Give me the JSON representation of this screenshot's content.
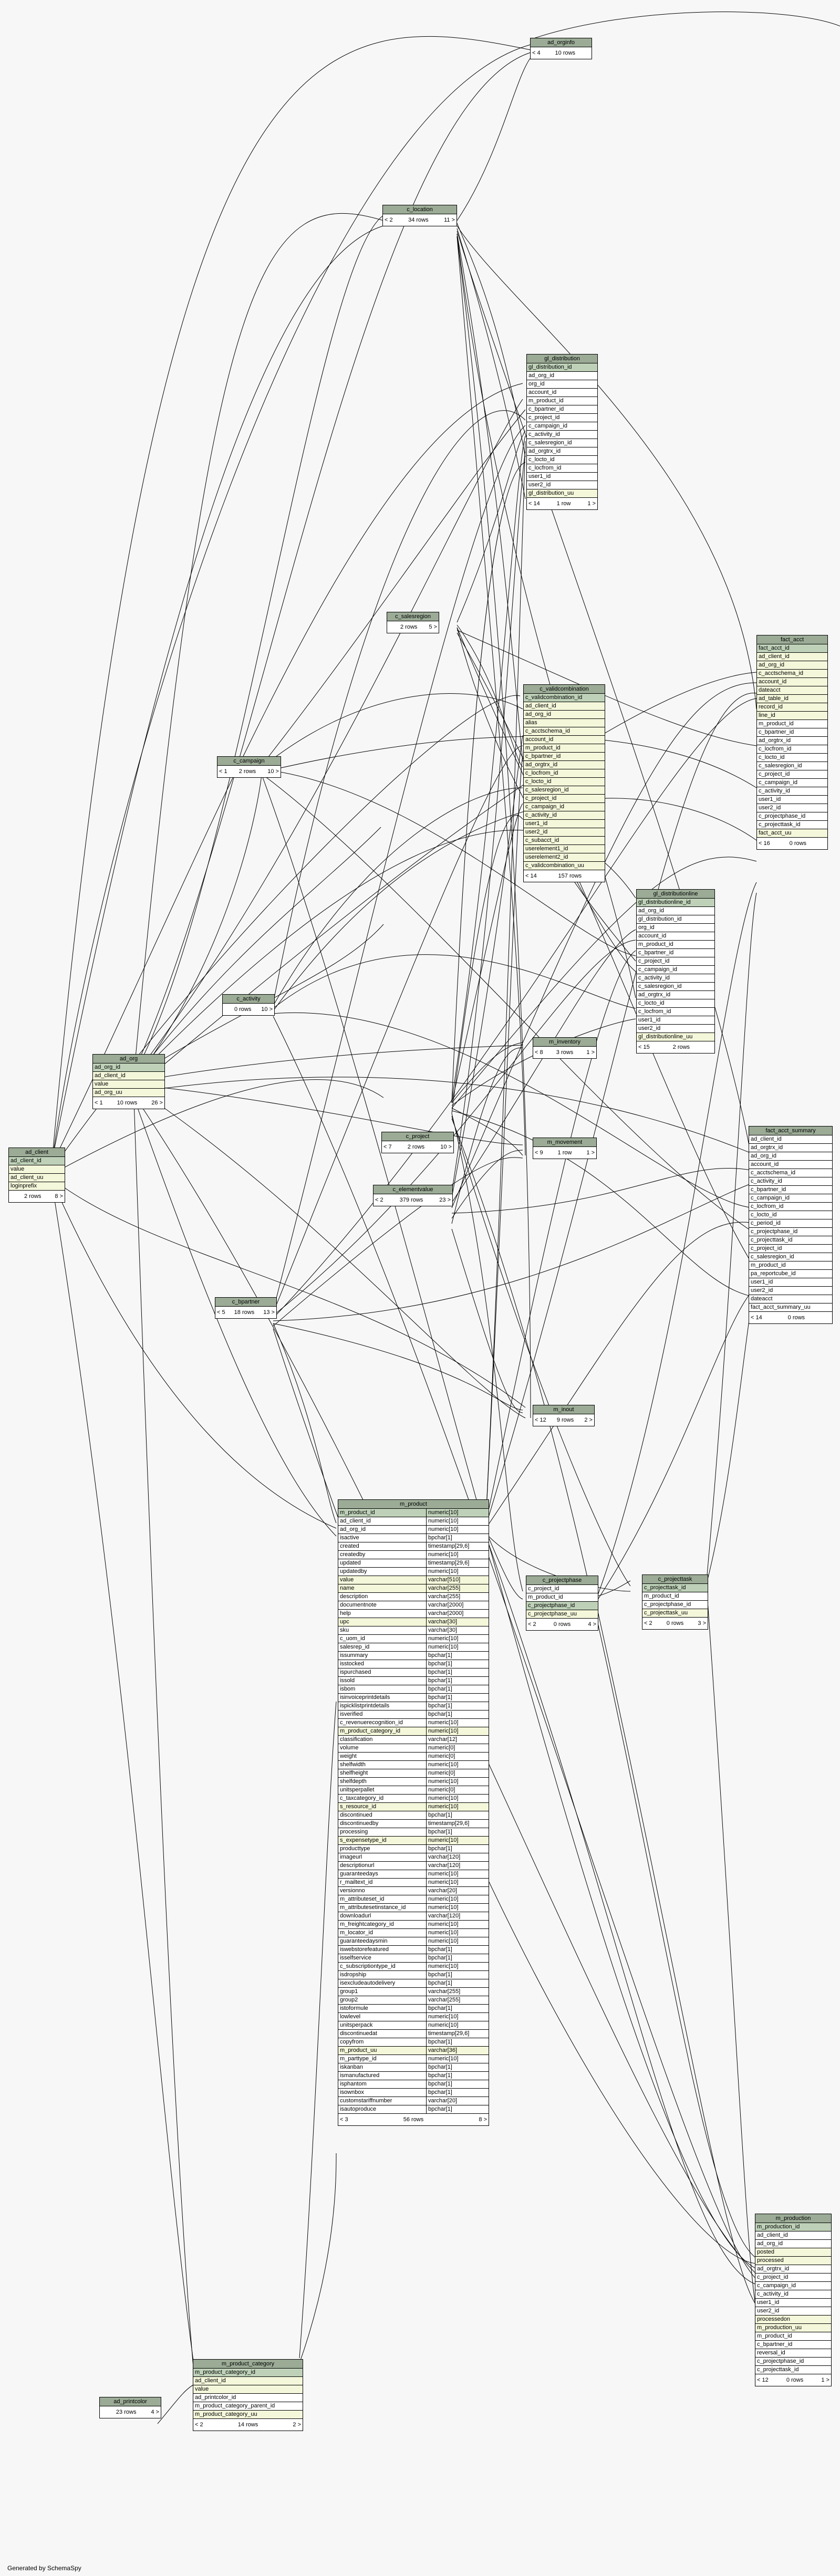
{
  "footer": "Generated by SchemaSpy",
  "tables": {
    "ad_orginfo": {
      "name": "ad_orginfo",
      "rows": [],
      "left": "< 4",
      "count": "10 rows",
      "right": ""
    },
    "c_location": {
      "name": "c_location",
      "rows": [],
      "left": "< 2",
      "count": "34 rows",
      "right": "11 >"
    },
    "gl_distribution": {
      "name": "gl_distribution",
      "rows": [
        [
          "gl_distribution_id",
          "pk"
        ],
        [
          "ad_org_id",
          ""
        ],
        [
          "org_id",
          ""
        ],
        [
          "account_id",
          ""
        ],
        [
          "m_product_id",
          ""
        ],
        [
          "c_bpartner_id",
          ""
        ],
        [
          "c_project_id",
          ""
        ],
        [
          "c_campaign_id",
          ""
        ],
        [
          "c_activity_id",
          ""
        ],
        [
          "c_salesregion_id",
          ""
        ],
        [
          "ad_orgtrx_id",
          ""
        ],
        [
          "c_locto_id",
          ""
        ],
        [
          "c_locfrom_id",
          ""
        ],
        [
          "user1_id",
          ""
        ],
        [
          "user2_id",
          ""
        ],
        [
          "gl_distribution_uu",
          "idx"
        ]
      ],
      "left": "< 14",
      "count": "1 row",
      "right": "1 >"
    },
    "c_salesregion": {
      "name": "c_salesregion",
      "rows": [],
      "left": "",
      "count": "2 rows",
      "right": "5 >"
    },
    "fact_acct": {
      "name": "fact_acct",
      "rows": [
        [
          "fact_acct_id",
          "pk"
        ],
        [
          "ad_client_id",
          "idx"
        ],
        [
          "ad_org_id",
          "idx"
        ],
        [
          "c_acctschema_id",
          "idx"
        ],
        [
          "account_id",
          "idx"
        ],
        [
          "dateacct",
          "idx"
        ],
        [
          "ad_table_id",
          "idx"
        ],
        [
          "record_id",
          "idx"
        ],
        [
          "line_id",
          "idx"
        ],
        [
          "m_product_id",
          ""
        ],
        [
          "c_bpartner_id",
          ""
        ],
        [
          "ad_orgtrx_id",
          ""
        ],
        [
          "c_locfrom_id",
          ""
        ],
        [
          "c_locto_id",
          ""
        ],
        [
          "c_salesregion_id",
          ""
        ],
        [
          "c_project_id",
          ""
        ],
        [
          "c_campaign_id",
          ""
        ],
        [
          "c_activity_id",
          ""
        ],
        [
          "user1_id",
          ""
        ],
        [
          "user2_id",
          ""
        ],
        [
          "c_projectphase_id",
          ""
        ],
        [
          "c_projecttask_id",
          ""
        ],
        [
          "fact_acct_uu",
          "idx"
        ]
      ],
      "left": "< 16",
      "count": "0 rows",
      "right": ""
    },
    "c_validcombination": {
      "name": "c_validcombination",
      "rows": [
        [
          "c_validcombination_id",
          "pk"
        ],
        [
          "ad_client_id",
          "idx"
        ],
        [
          "ad_org_id",
          "idx"
        ],
        [
          "alias",
          "idx"
        ],
        [
          "c_acctschema_id",
          "idx"
        ],
        [
          "account_id",
          "idx"
        ],
        [
          "m_product_id",
          "idx"
        ],
        [
          "c_bpartner_id",
          "idx"
        ],
        [
          "ad_orgtrx_id",
          "idx"
        ],
        [
          "c_locfrom_id",
          "idx"
        ],
        [
          "c_locto_id",
          "idx"
        ],
        [
          "c_salesregion_id",
          "idx"
        ],
        [
          "c_project_id",
          "idx"
        ],
        [
          "c_campaign_id",
          "idx"
        ],
        [
          "c_activity_id",
          "idx"
        ],
        [
          "user1_id",
          "idx"
        ],
        [
          "user2_id",
          "idx"
        ],
        [
          "c_subacct_id",
          "idx"
        ],
        [
          "userelement1_id",
          "idx"
        ],
        [
          "userelement2_id",
          "idx"
        ],
        [
          "c_validcombination_uu",
          "idx"
        ]
      ],
      "left": "< 14",
      "count": "157 rows",
      "right": ""
    },
    "c_campaign": {
      "name": "c_campaign",
      "rows": [],
      "left": "< 1",
      "count": "2 rows",
      "right": "10 >"
    },
    "gl_distributionline": {
      "name": "gl_distributionline",
      "rows": [
        [
          "gl_distributionline_id",
          "pk"
        ],
        [
          "ad_org_id",
          ""
        ],
        [
          "gl_distribution_id",
          ""
        ],
        [
          "org_id",
          ""
        ],
        [
          "account_id",
          ""
        ],
        [
          "m_product_id",
          ""
        ],
        [
          "c_bpartner_id",
          ""
        ],
        [
          "c_project_id",
          ""
        ],
        [
          "c_campaign_id",
          ""
        ],
        [
          "c_activity_id",
          ""
        ],
        [
          "c_salesregion_id",
          ""
        ],
        [
          "ad_orgtrx_id",
          ""
        ],
        [
          "c_locto_id",
          ""
        ],
        [
          "c_locfrom_id",
          ""
        ],
        [
          "user1_id",
          ""
        ],
        [
          "user2_id",
          ""
        ],
        [
          "gl_distributionline_uu",
          "idx"
        ]
      ],
      "left": "< 15",
      "count": "2 rows",
      "right": ""
    },
    "c_activity": {
      "name": "c_activity",
      "rows": [],
      "left": "",
      "count": "0 rows",
      "right": "10 >"
    },
    "m_inventory": {
      "name": "m_inventory",
      "rows": [],
      "left": "< 8",
      "count": "3 rows",
      "right": "1 >"
    },
    "ad_org": {
      "name": "ad_org",
      "rows": [
        [
          "ad_org_id",
          "pk"
        ],
        [
          "ad_client_id",
          "idx"
        ],
        [
          "value",
          "idx"
        ],
        [
          "ad_org_uu",
          "idx"
        ]
      ],
      "left": "< 1",
      "count": "10 rows",
      "right": "26 >"
    },
    "ad_client": {
      "name": "ad_client",
      "rows": [
        [
          "ad_client_id",
          "pk"
        ],
        [
          "value",
          "idx"
        ],
        [
          "ad_client_uu",
          "idx"
        ],
        [
          "loginprefix",
          "idx"
        ]
      ],
      "left": "",
      "count": "2 rows",
      "right": "8 >"
    },
    "c_project": {
      "name": "c_project",
      "rows": [],
      "left": "< 7",
      "count": "2 rows",
      "right": "10 >"
    },
    "m_movement": {
      "name": "m_movement",
      "rows": [],
      "left": "< 9",
      "count": "1 row",
      "right": "1 >"
    },
    "fact_acct_summary": {
      "name": "fact_acct_summary",
      "rows": [
        [
          "ad_client_id",
          ""
        ],
        [
          "ad_orgtrx_id",
          ""
        ],
        [
          "ad_org_id",
          ""
        ],
        [
          "account_id",
          ""
        ],
        [
          "c_acctschema_id",
          ""
        ],
        [
          "c_activity_id",
          ""
        ],
        [
          "c_bpartner_id",
          ""
        ],
        [
          "c_campaign_id",
          ""
        ],
        [
          "c_locfrom_id",
          ""
        ],
        [
          "c_locto_id",
          ""
        ],
        [
          "c_period_id",
          ""
        ],
        [
          "c_projectphase_id",
          ""
        ],
        [
          "c_projecttask_id",
          ""
        ],
        [
          "c_project_id",
          ""
        ],
        [
          "c_salesregion_id",
          ""
        ],
        [
          "m_product_id",
          ""
        ],
        [
          "pa_reportcube_id",
          ""
        ],
        [
          "user1_id",
          ""
        ],
        [
          "user2_id",
          ""
        ],
        [
          "dateacct",
          ""
        ],
        [
          "fact_acct_summary_uu",
          ""
        ]
      ],
      "left": "< 14",
      "count": "0 rows",
      "right": ""
    },
    "c_elementvalue": {
      "name": "c_elementvalue",
      "rows": [],
      "left": "< 2",
      "count": "379 rows",
      "right": "23 >"
    },
    "c_bpartner": {
      "name": "c_bpartner",
      "rows": [],
      "left": "< 5",
      "count": "18 rows",
      "right": "13 >"
    },
    "m_inout": {
      "name": "m_inout",
      "rows": [],
      "left": "< 12",
      "count": "9 rows",
      "right": "2 >"
    },
    "c_projectphase": {
      "name": "c_projectphase",
      "rows": [
        [
          "c_project_id",
          ""
        ],
        [
          "m_product_id",
          ""
        ],
        [
          "c_projectphase_id",
          "pk"
        ],
        [
          "c_projectphase_uu",
          "idx"
        ]
      ],
      "left": "< 2",
      "count": "0 rows",
      "right": "4 >"
    },
    "c_projecttask": {
      "name": "c_projecttask",
      "rows": [
        [
          "c_projecttask_id",
          "pk"
        ],
        [
          "m_product_id",
          ""
        ],
        [
          "c_projectphase_id",
          ""
        ],
        [
          "c_projecttask_uu",
          "idx"
        ]
      ],
      "left": "< 2",
      "count": "0 rows",
      "right": "3 >"
    },
    "ad_printcolor": {
      "name": "ad_printcolor",
      "rows": [],
      "left": "",
      "count": "23 rows",
      "right": "4 >"
    },
    "m_product_category": {
      "name": "m_product_category",
      "rows": [
        [
          "m_product_category_id",
          "pk"
        ],
        [
          "ad_client_id",
          "idx"
        ],
        [
          "value",
          "idx"
        ],
        [
          "ad_printcolor_id",
          ""
        ],
        [
          "m_product_category_parent_id",
          ""
        ],
        [
          "m_product_category_uu",
          "idx"
        ]
      ],
      "left": "< 2",
      "count": "14 rows",
      "right": "2 >"
    },
    "m_production": {
      "name": "m_production",
      "rows": [
        [
          "m_production_id",
          "pk"
        ],
        [
          "ad_client_id",
          ""
        ],
        [
          "ad_org_id",
          ""
        ],
        [
          "posted",
          "idx"
        ],
        [
          "processed",
          "idx"
        ],
        [
          "ad_orgtrx_id",
          ""
        ],
        [
          "c_project_id",
          ""
        ],
        [
          "c_campaign_id",
          ""
        ],
        [
          "c_activity_id",
          ""
        ],
        [
          "user1_id",
          ""
        ],
        [
          "user2_id",
          ""
        ],
        [
          "processedon",
          "idx"
        ],
        [
          "m_production_uu",
          "idx"
        ],
        [
          "m_product_id",
          ""
        ],
        [
          "c_bpartner_id",
          ""
        ],
        [
          "reversal_id",
          ""
        ],
        [
          "c_projectphase_id",
          ""
        ],
        [
          "c_projecttask_id",
          ""
        ]
      ],
      "left": "< 12",
      "count": "0 rows",
      "right": "1 >"
    },
    "m_product": {
      "name": "m_product",
      "rows": [
        [
          "m_product_id",
          "numeric[10]",
          "pk"
        ],
        [
          "ad_client_id",
          "numeric[10]",
          ""
        ],
        [
          "ad_org_id",
          "numeric[10]",
          ""
        ],
        [
          "isactive",
          "bpchar[1]",
          ""
        ],
        [
          "created",
          "timestamp[29,6]",
          ""
        ],
        [
          "createdby",
          "numeric[10]",
          ""
        ],
        [
          "updated",
          "timestamp[29,6]",
          ""
        ],
        [
          "updatedby",
          "numeric[10]",
          ""
        ],
        [
          "value",
          "varchar[510]",
          "idx"
        ],
        [
          "name",
          "varchar[255]",
          "idx"
        ],
        [
          "description",
          "varchar[255]",
          ""
        ],
        [
          "documentnote",
          "varchar[2000]",
          ""
        ],
        [
          "help",
          "varchar[2000]",
          ""
        ],
        [
          "upc",
          "varchar[30]",
          "idx"
        ],
        [
          "sku",
          "varchar[30]",
          ""
        ],
        [
          "c_uom_id",
          "numeric[10]",
          ""
        ],
        [
          "salesrep_id",
          "numeric[10]",
          ""
        ],
        [
          "issummary",
          "bpchar[1]",
          ""
        ],
        [
          "isstocked",
          "bpchar[1]",
          ""
        ],
        [
          "ispurchased",
          "bpchar[1]",
          ""
        ],
        [
          "issold",
          "bpchar[1]",
          ""
        ],
        [
          "isbom",
          "bpchar[1]",
          ""
        ],
        [
          "isinvoiceprintdetails",
          "bpchar[1]",
          ""
        ],
        [
          "ispicklistprintdetails",
          "bpchar[1]",
          ""
        ],
        [
          "isverified",
          "bpchar[1]",
          ""
        ],
        [
          "c_revenuerecognition_id",
          "numeric[10]",
          ""
        ],
        [
          "m_product_category_id",
          "numeric[10]",
          "idx"
        ],
        [
          "classification",
          "varchar[12]",
          ""
        ],
        [
          "volume",
          "numeric[0]",
          ""
        ],
        [
          "weight",
          "numeric[0]",
          ""
        ],
        [
          "shelfwidth",
          "numeric[10]",
          ""
        ],
        [
          "shelfheight",
          "numeric[0]",
          ""
        ],
        [
          "shelfdepth",
          "numeric[10]",
          ""
        ],
        [
          "unitsperpallet",
          "numeric[0]",
          ""
        ],
        [
          "c_taxcategory_id",
          "numeric[10]",
          ""
        ],
        [
          "s_resource_id",
          "numeric[10]",
          "idx"
        ],
        [
          "discontinued",
          "bpchar[1]",
          ""
        ],
        [
          "discontinuedby",
          "timestamp[29,6]",
          ""
        ],
        [
          "processing",
          "bpchar[1]",
          ""
        ],
        [
          "s_expensetype_id",
          "numeric[10]",
          "idx"
        ],
        [
          "producttype",
          "bpchar[1]",
          ""
        ],
        [
          "imageurl",
          "varchar[120]",
          ""
        ],
        [
          "descriptionurl",
          "varchar[120]",
          ""
        ],
        [
          "guaranteedays",
          "numeric[10]",
          ""
        ],
        [
          "r_mailtext_id",
          "numeric[10]",
          ""
        ],
        [
          "versionno",
          "varchar[20]",
          ""
        ],
        [
          "m_attributeset_id",
          "numeric[10]",
          ""
        ],
        [
          "m_attributesetinstance_id",
          "numeric[10]",
          ""
        ],
        [
          "downloadurl",
          "varchar[120]",
          ""
        ],
        [
          "m_freightcategory_id",
          "numeric[10]",
          ""
        ],
        [
          "m_locator_id",
          "numeric[10]",
          ""
        ],
        [
          "guaranteedaysmin",
          "numeric[10]",
          ""
        ],
        [
          "iswebstorefeatured",
          "bpchar[1]",
          ""
        ],
        [
          "isselfservice",
          "bpchar[1]",
          ""
        ],
        [
          "c_subscriptiontype_id",
          "numeric[10]",
          ""
        ],
        [
          "isdropship",
          "bpchar[1]",
          ""
        ],
        [
          "isexcludeautodelivery",
          "bpchar[1]",
          ""
        ],
        [
          "group1",
          "varchar[255]",
          ""
        ],
        [
          "group2",
          "varchar[255]",
          ""
        ],
        [
          "istoformule",
          "bpchar[1]",
          ""
        ],
        [
          "lowlevel",
          "numeric[10]",
          ""
        ],
        [
          "unitsperpack",
          "numeric[10]",
          ""
        ],
        [
          "discontinuedat",
          "timestamp[29,6]",
          ""
        ],
        [
          "copyfrom",
          "bpchar[1]",
          ""
        ],
        [
          "m_product_uu",
          "varchar[36]",
          "idx"
        ],
        [
          "m_parttype_id",
          "numeric[10]",
          ""
        ],
        [
          "iskanban",
          "bpchar[1]",
          ""
        ],
        [
          "ismanufactured",
          "bpchar[1]",
          ""
        ],
        [
          "isphantom",
          "bpchar[1]",
          ""
        ],
        [
          "isownbox",
          "bpchar[1]",
          ""
        ],
        [
          "customstariffnumber",
          "varchar[20]",
          ""
        ],
        [
          "isautoproduce",
          "bpchar[1]",
          ""
        ]
      ],
      "left": "< 3",
      "count": "56 rows",
      "right": "8 >"
    }
  }
}
